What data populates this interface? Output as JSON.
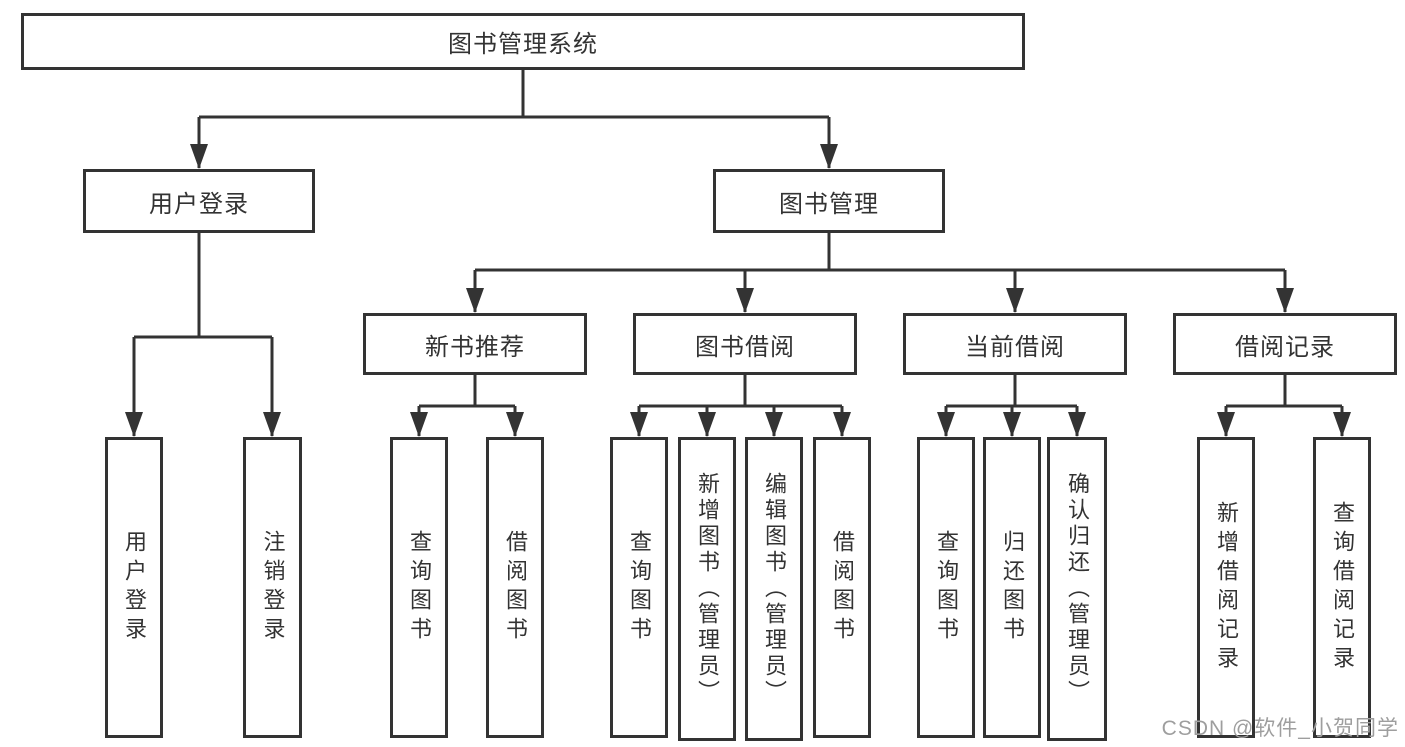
{
  "diagram_title": "图书管理系统",
  "nodes": {
    "root": {
      "label": "图书管理系统",
      "children": [
        "用户登录",
        "图书管理"
      ]
    },
    "user_login": {
      "label": "用户登录",
      "children": [
        "用户登录",
        "注销登录"
      ]
    },
    "book_mgmt": {
      "label": "图书管理",
      "children": [
        "新书推荐",
        "图书借阅",
        "当前借阅",
        "借阅记录"
      ]
    },
    "new_book_rec": {
      "label": "新书推荐",
      "children": [
        "查询图书",
        "借阅图书"
      ]
    },
    "book_borrow": {
      "label": "图书借阅",
      "children": [
        "查询图书",
        "新增图书（管理员）",
        "编辑图书（管理员）",
        "借阅图书"
      ]
    },
    "current_borrow": {
      "label": "当前借阅",
      "children": [
        "查询图书",
        "归还图书",
        "确认归还（管理员）"
      ]
    },
    "borrow_record": {
      "label": "借阅记录",
      "children": [
        "新增借阅记录",
        "查询借阅记录"
      ]
    }
  },
  "leaves": {
    "login": {
      "parent": "用户登录",
      "label": "用户登录"
    },
    "logout": {
      "parent": "用户登录",
      "label": "注销登录"
    },
    "rec_query": {
      "parent": "新书推荐",
      "label": "查询图书"
    },
    "rec_borrow": {
      "parent": "新书推荐",
      "label": "借阅图书"
    },
    "bb_query": {
      "parent": "图书借阅",
      "label": "查询图书"
    },
    "bb_add": {
      "parent": "图书借阅",
      "label": "新增图书（管理员）"
    },
    "bb_edit": {
      "parent": "图书借阅",
      "label": "编辑图书（管理员）"
    },
    "bb_borrow": {
      "parent": "图书借阅",
      "label": "借阅图书"
    },
    "cb_query": {
      "parent": "当前借阅",
      "label": "查询图书"
    },
    "cb_return": {
      "parent": "当前借阅",
      "label": "归还图书"
    },
    "cb_confirm": {
      "parent": "当前借阅",
      "label": "确认归还（管理员）"
    },
    "br_add": {
      "parent": "借阅记录",
      "label": "新增借阅记录"
    },
    "br_query": {
      "parent": "借阅记录",
      "label": "查询借阅记录"
    }
  },
  "watermark": {
    "text": "CSDN @软件_小贺同学"
  },
  "colors": {
    "line": "#333333",
    "box_border": "#333333",
    "text": "#333333",
    "watermark_text": "#9e9e9e",
    "background": "#ffffff"
  }
}
